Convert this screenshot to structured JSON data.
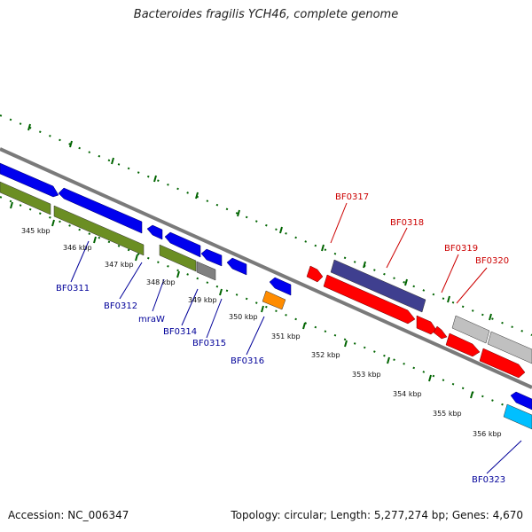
{
  "title": "Bacteroides fragilis YCH46, complete genome",
  "footer": {
    "accession": "Accession: NC_006347",
    "summary": "Topology: circular; Length: 5,277,274 bp; Genes: 4,670"
  },
  "ruler": {
    "labels": [
      "345 kbp",
      "346 kbp",
      "347 kbp",
      "348 kbp",
      "349 kbp",
      "350 kbp",
      "351 kbp",
      "352 kbp",
      "353 kbp",
      "354 kbp",
      "355 kbp",
      "356 kbp"
    ]
  },
  "gene_labels": {
    "forward": [
      "BF0317",
      "BF0318",
      "BF0319",
      "BF0320"
    ],
    "reverse": [
      "BF0311",
      "BF0312",
      "mraW",
      "BF0314",
      "BF0315",
      "BF0316",
      "BF0323"
    ]
  },
  "colors": {
    "forward_label": "#cc0000",
    "reverse_label": "#000099",
    "forward_cds": "#ff0000",
    "reverse_cds": "#0000ee",
    "function_olive": "#6b8e23",
    "function_gray": "#808080",
    "function_orange": "#ff8c00",
    "function_slate": "#3f3f8f",
    "function_lightgray": "#c0c0c0",
    "function_sky": "#00bfff",
    "tick_green": "#006400",
    "backbone": "#7a7a7a"
  }
}
